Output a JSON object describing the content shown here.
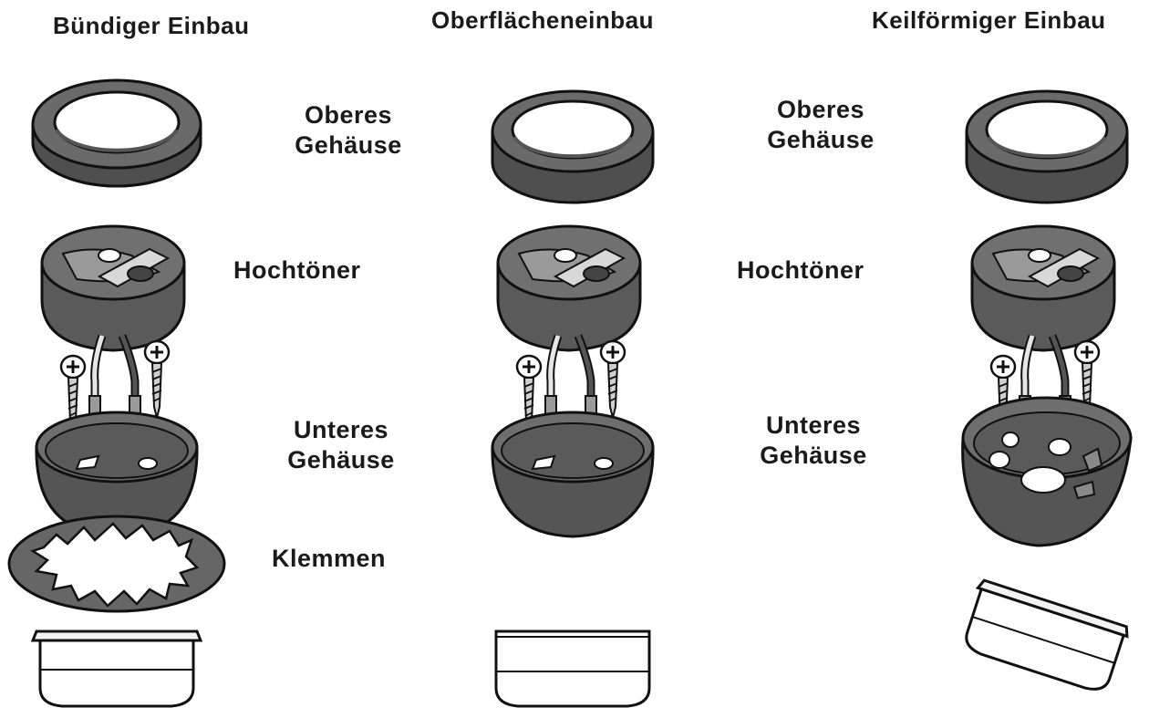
{
  "columns": {
    "flush": {
      "title": "Bündiger Einbau",
      "upper_housing": [
        "Oberes",
        "Gehäuse"
      ],
      "tweeter": "Hochtöner",
      "lower_housing": [
        "Unteres",
        "Gehäuse"
      ],
      "clamps": "Klemmen"
    },
    "surface": {
      "title": "Oberflächeneinbau"
    },
    "wedge": {
      "title": "Keilförmiger Einbau",
      "upper_housing": [
        "Oberes",
        "Gehäuse"
      ],
      "tweeter": "Hochtöner",
      "lower_housing": [
        "Unteres",
        "Gehäuse"
      ]
    }
  },
  "colors": {
    "part_fill": "#5b5b5b",
    "part_dark": "#3a3a3a",
    "part_light": "#8a8a8a",
    "outline": "#111111",
    "text": "#1a1a1a"
  }
}
